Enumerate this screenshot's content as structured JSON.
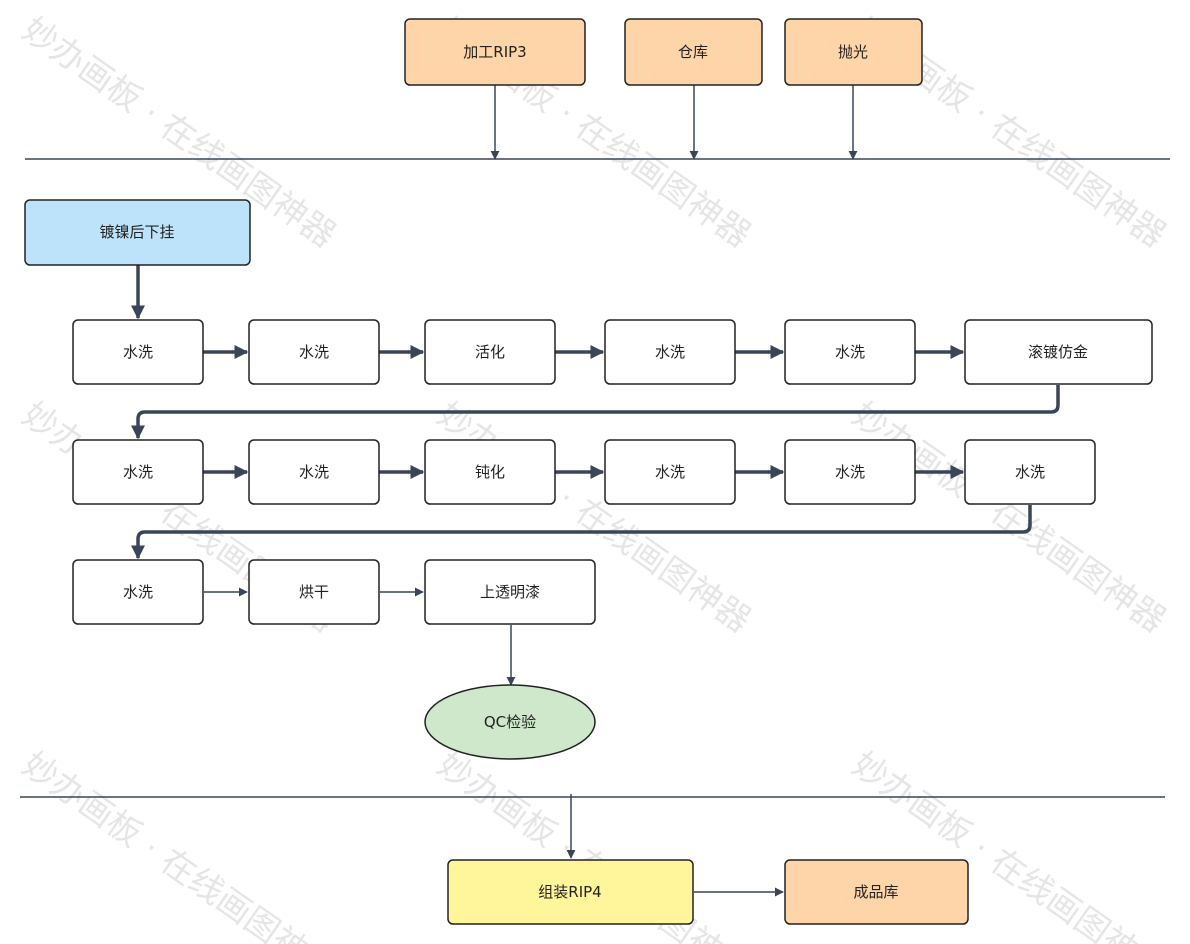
{
  "colors": {
    "orange": "#fdd5a8",
    "blue": "#bde3fb",
    "green": "#cfe8cc",
    "yellow": "#fff59a",
    "white": "#ffffff",
    "line": "#3a4558"
  },
  "watermark": "妙办画板 · 在线画图神器",
  "nodes": {
    "n1": "加工RIP3",
    "n2": "仓库",
    "n3": "抛光",
    "n4": "镀镍后下挂",
    "n5": "水洗",
    "n6": "水洗",
    "n7": "活化",
    "n8": "水洗",
    "n9": "水洗",
    "n10": "滚镀仿金",
    "n11": "水洗",
    "n12": "水洗",
    "n13": "钝化",
    "n14": "水洗",
    "n15": "水洗",
    "n16": "水洗",
    "n17": "水洗",
    "n18": "烘干",
    "n19": "上透明漆",
    "n20": "QC检验",
    "n21": "组装RIP4",
    "n22": "成品库"
  }
}
